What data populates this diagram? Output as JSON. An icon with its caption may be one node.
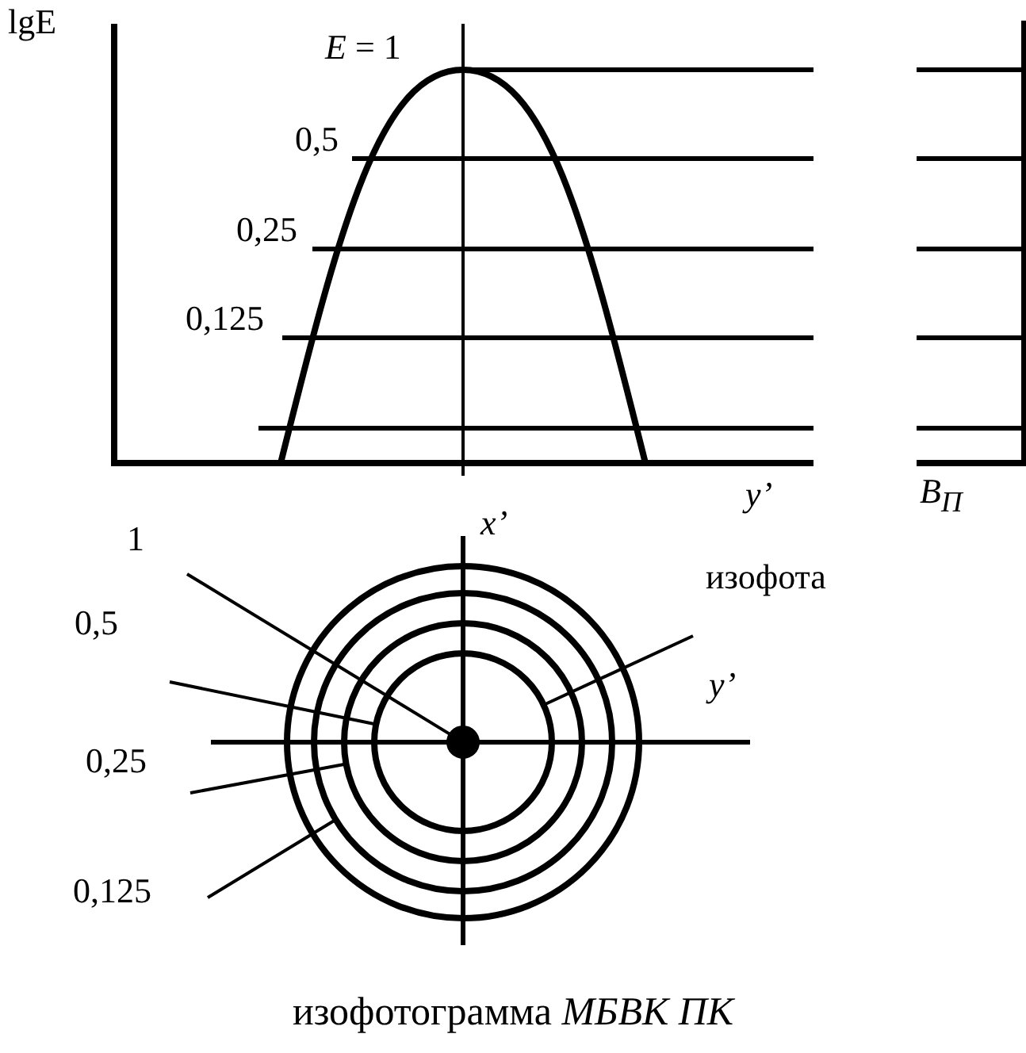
{
  "diagram": {
    "caption": "изофотограмма *МБВК ПК*",
    "nodes": [
      {
        "text": [
          "1"
        ]
      },
      {
        "text": [
          "0,5"
        ]
      },
      {
        "text": [
          "0,25"
        ]
      },
      {
        "text": [
          "0,125"
        ]
      },
      {
        "text": [
          "изофота"
        ]
      },
      {
        "text": [],
        "shape": "circle"
      },
      {
        "text": [],
        "shape": "circle",
        "in": 5
      },
      {
        "text": [],
        "shape": "circle",
        "in": 6
      },
      {
        "text": [],
        "shape": "circle",
        "in": 7
      },
      {
        "text": [],
        "shape": "circle",
        "in": 8
      }
    ],
    "edges": [
      {
        "from": 0,
        "to": 9,
        "arrow": "none"
      },
      {
        "from": 1,
        "to": 8,
        "arrow": "none"
      },
      {
        "from": 2,
        "to": 7,
        "arrow": "none"
      },
      {
        "from": 3,
        "to": 6,
        "arrow": "none"
      },
      {
        "from": 4,
        "to": 8,
        "arrow": "none"
      }
    ],
    "labels": [
      "lgE",
      "*E* = 1",
      "0,5",
      "0,25",
      "0,125",
      "y’",
      "B$_{П}$",
      "x’",
      "y’"
    ]
  }
}
